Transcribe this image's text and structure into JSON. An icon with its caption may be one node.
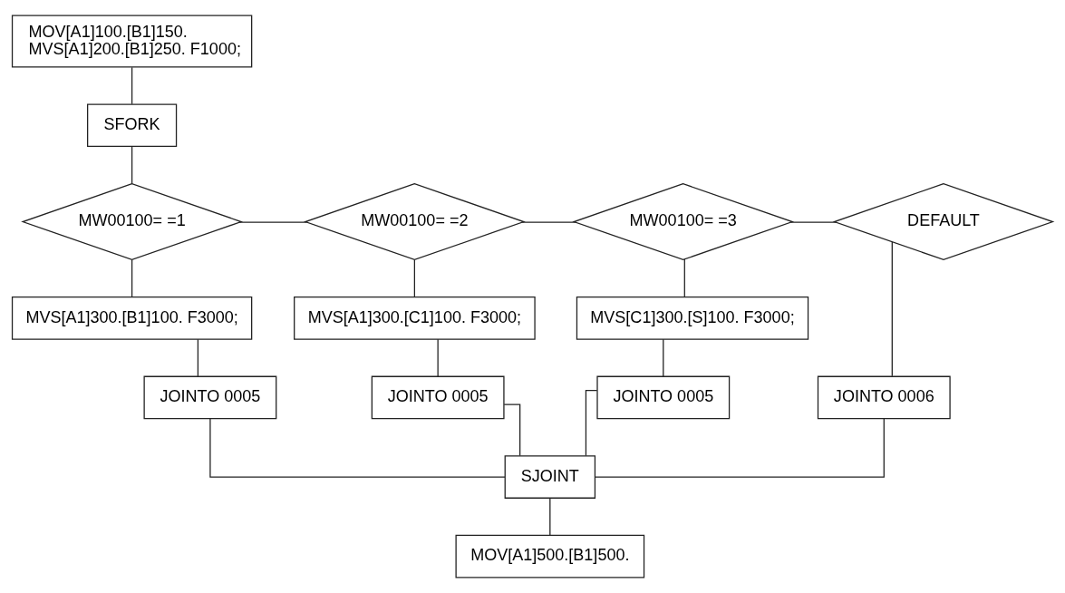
{
  "diagram": {
    "nodes": [
      {
        "text": [
          "MOV[A1]100.[B1]150.",
          "MVS[A1]200.[B1]250. F1000;"
        ]
      },
      {
        "text": [
          "SFORK"
        ]
      },
      {
        "text": [
          "MW00100= =1"
        ]
      },
      {
        "text": [
          "MW00100= =2"
        ]
      },
      {
        "text": [
          "MW00100= =3"
        ]
      },
      {
        "text": [
          "DEFAULT"
        ]
      },
      {
        "text": [
          "MVS[A1]300.[B1]100. F3000;"
        ]
      },
      {
        "text": [
          "MVS[A1]300.[C1]100. F3000;"
        ]
      },
      {
        "text": [
          "MVS[C1]300.[S]100. F3000;"
        ]
      },
      {
        "text": [
          "JOINTO 0005"
        ]
      },
      {
        "text": [
          "JOINTO 0005"
        ]
      },
      {
        "text": [
          "JOINTO 0005"
        ]
      },
      {
        "text": [
          "JOINTO 0006"
        ]
      },
      {
        "text": [
          "SJOINT"
        ]
      },
      {
        "text": [
          "MOV[A1]500.[B1]500."
        ]
      }
    ],
    "edges": [
      {
        "from": 0,
        "to": 1,
        "arrow": "none"
      },
      {
        "from": 1,
        "to": 2,
        "arrow": "none"
      },
      {
        "from": 2,
        "to": 3,
        "arrow": "none"
      },
      {
        "from": 3,
        "to": 4,
        "arrow": "none"
      },
      {
        "from": 4,
        "to": 5,
        "arrow": "none"
      },
      {
        "from": 2,
        "to": 6,
        "arrow": "none"
      },
      {
        "from": 3,
        "to": 7,
        "arrow": "none"
      },
      {
        "from": 4,
        "to": 8,
        "arrow": "none"
      },
      {
        "from": 5,
        "to": 12,
        "arrow": "none"
      },
      {
        "from": 6,
        "to": 9,
        "arrow": "none"
      },
      {
        "from": 7,
        "to": 10,
        "arrow": "none"
      },
      {
        "from": 8,
        "to": 11,
        "arrow": "none"
      },
      {
        "from": 9,
        "to": 13,
        "arrow": "none"
      },
      {
        "from": 10,
        "to": 13,
        "arrow": "none"
      },
      {
        "from": 11,
        "to": 13,
        "arrow": "none"
      },
      {
        "from": 12,
        "to": 13,
        "arrow": "none"
      },
      {
        "from": 13,
        "to": 14,
        "arrow": "none"
      }
    ]
  }
}
